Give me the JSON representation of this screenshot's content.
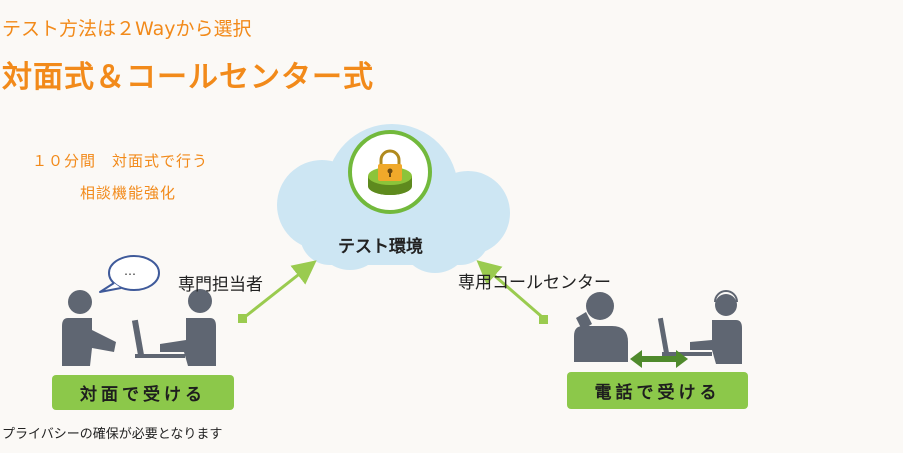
{
  "header": {
    "subtitle": "テスト方法は２Wayから選択",
    "title": "対面式＆コールセンター式"
  },
  "note": {
    "line1": "１０分間　対面式で行う",
    "line2": "相談機能強化"
  },
  "cloud": {
    "label": "テスト環境"
  },
  "left": {
    "role_label": "専門担当者",
    "speech_text": "…",
    "button_label": "対面で受ける",
    "caption": "プライバシーの確保が必要となります"
  },
  "right": {
    "role_label": "専用コールセンター",
    "button_label": "電話で受ける"
  },
  "colors": {
    "accent_orange": "#f28a1a",
    "cloud_blue": "#cde6f3",
    "green_button": "#8cc84a",
    "arrow_green": "#9acb4f",
    "person_gray": "#5f6672"
  },
  "icons": {
    "lock": "lock-icon",
    "speech": "speech-bubble-icon"
  }
}
